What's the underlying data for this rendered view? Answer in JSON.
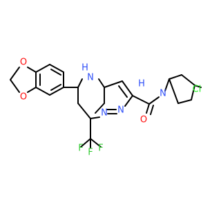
{
  "colors": {
    "background": "#ffffff",
    "bond": "#000000",
    "oxygen": "#ff0d0d",
    "nitrogen": "#3050f8",
    "fluorine": "#33cc33",
    "chlorine": "#1ff01f",
    "carbon": "#000000"
  },
  "atom_labels": {
    "o_dioxole_top": "O",
    "o_dioxole_bottom": "O",
    "nh_ring": "N",
    "nh_ring_h": "H",
    "n_bridge": "N",
    "n_pyrazole": "N",
    "nh_amide": "N",
    "nh_amide_h": "H",
    "o_carbonyl": "O",
    "cl": "Cl",
    "f_top": "F",
    "f_left": "F",
    "f_right": "F"
  }
}
